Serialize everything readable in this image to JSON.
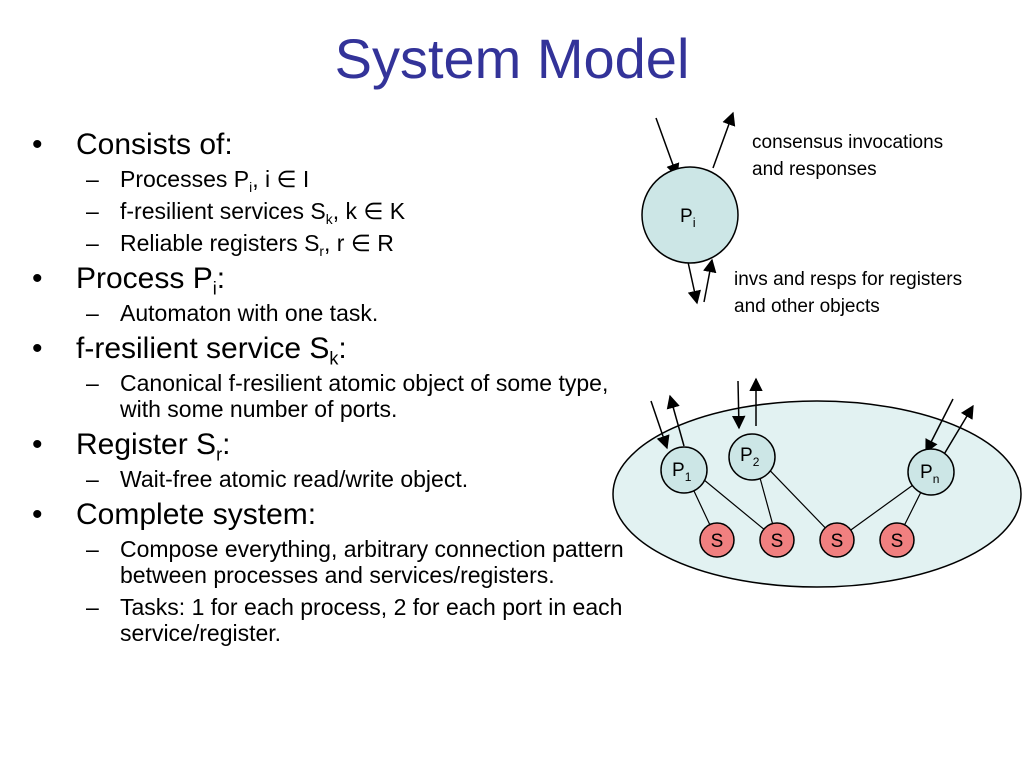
{
  "title": "System Model",
  "bullets": {
    "consists": "Consists of:",
    "processes_a": "Processes P",
    "processes_sub": "i",
    "processes_b": ", i ∈ I",
    "services_a": "f-resilient services S",
    "services_sub": "k",
    "services_b": ", k ∈ K",
    "registers_a": "Reliable registers S",
    "registers_sub": "r",
    "registers_b": ", r ∈ R",
    "process_a": "Process P",
    "process_sub": "i",
    "process_b": ":",
    "automaton": "Automaton with one task.",
    "service_a": "f-resilient service S",
    "service_sub": "k",
    "service_b": ":",
    "canonical": "Canonical f-resilient atomic object of some type, with some number of ports.",
    "register_a": "Register S",
    "register_sub": "r",
    "register_b": ":",
    "waitfree": "Wait-free atomic read/write object.",
    "complete": "Complete system:",
    "compose": "Compose everything, arbitrary connection pattern between processes and services/registers.",
    "tasks": "Tasks:  1 for each process, 2 for each port in each service/register.",
    "bullet_marker": "•",
    "dash_marker": "–"
  },
  "diagram": {
    "pi_label": "P",
    "pi_sub": "i",
    "top_label_1": "consensus invocations",
    "top_label_2": "and responses",
    "bottom_label_1": "invs and resps for registers",
    "bottom_label_2": "and other objects",
    "p1_label": "P",
    "p1_sub": "1",
    "p2_label": "P",
    "p2_sub": "2",
    "pn_label": "P",
    "pn_sub": "n",
    "s_label": "S"
  },
  "colors": {
    "title": "#333399",
    "process_fill": "#cce6e6",
    "system_fill": "#e2f2f2",
    "service_fill": "#f08080"
  }
}
